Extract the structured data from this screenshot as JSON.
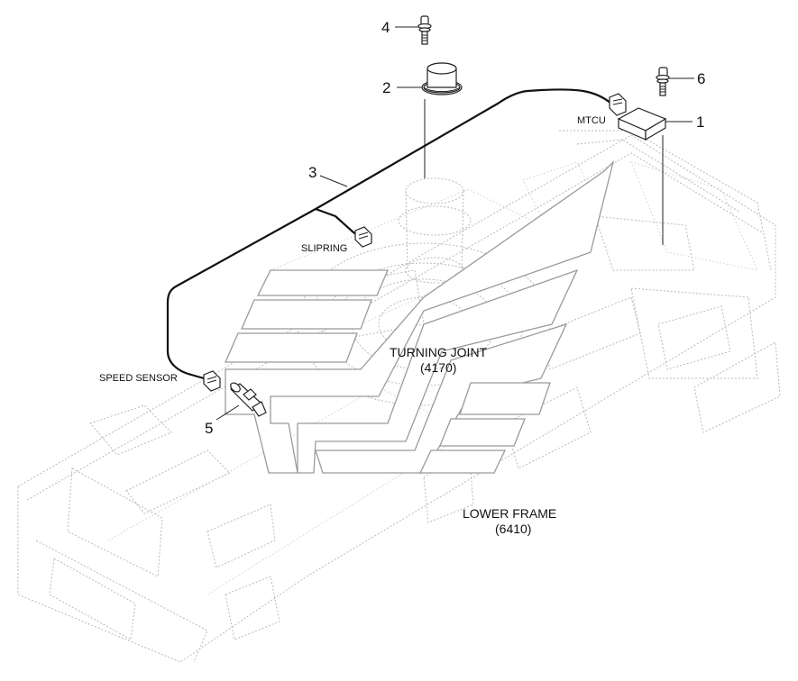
{
  "title": "",
  "labels": {
    "part_1": "1",
    "part_2": "2",
    "part_3": "3",
    "part_4": "4",
    "part_5": "5",
    "part_6": "6",
    "mtcu": "MTCU",
    "slipring": "SLIPRING",
    "speed_sensor": "SPEED SENSOR",
    "turning_joint": "TURNING JOINT",
    "turning_joint_code": "(4170)",
    "lower_frame": "LOWER FRAME",
    "lower_frame_code": "(6410)"
  }
}
